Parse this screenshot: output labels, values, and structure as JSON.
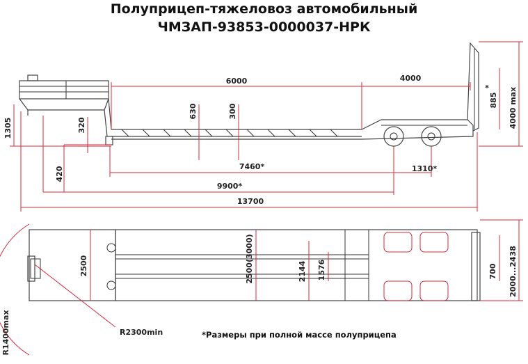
{
  "title": {
    "line1": "Полуприцеп-тяжеловоз автомобильный",
    "line2": "ЧМЗАП-93853-0000037-НРК"
  },
  "side_view_dims": {
    "d6000": "6000",
    "d4000": "4000",
    "d630": "630",
    "d300": "300",
    "d320": "320",
    "d885": "885",
    "d4000max": "4000 max",
    "d1305": "1305",
    "d420": "420",
    "d7460": "7460*",
    "d1310": "1310*",
    "d9900": "9900*",
    "d13700": "13700",
    "star": "*"
  },
  "top_view_dims": {
    "d2500": "2500",
    "d2500_3000": "2500(3000)",
    "d2144": "2144",
    "d1576": "1576",
    "d700": "700",
    "d2000_2438": "2000...2438",
    "r2300": "R2300min",
    "r1400": "R1400max"
  },
  "note": "*Размеры при полной массе полуприцепа",
  "colors": {
    "dimension_lines": "#d9273a",
    "outline": "#333333"
  }
}
